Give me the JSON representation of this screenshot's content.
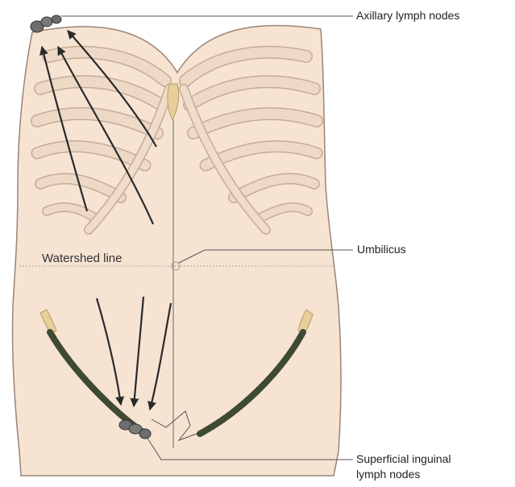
{
  "labels": {
    "axillary": "Axillary lymph nodes",
    "umbilicus": "Umbilicus",
    "watershed": "Watershed line",
    "inguinal_line1": "Superficial inguinal",
    "inguinal_line2": "lymph nodes"
  },
  "colors": {
    "skin": "#f6e3d2",
    "skin_outline": "#9a8478",
    "rib": "#e9d2bf",
    "rib_outline": "#c7ab96",
    "sternum": "#e8cf9a",
    "ligament": "#3f4a33",
    "lymph_node": "#6d6d6d",
    "arrow": "#2a2a2a",
    "leader": "#555555"
  }
}
